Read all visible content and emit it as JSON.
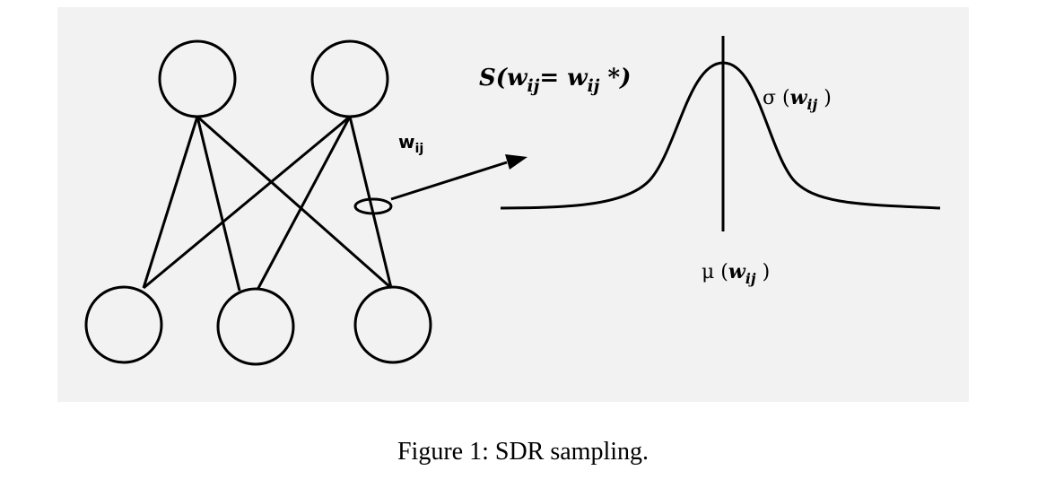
{
  "figure": {
    "caption": "Figure 1: SDR sampling.",
    "weight_label": {
      "main": "w",
      "sub": "ij"
    },
    "sample_label": {
      "prefix": "S(",
      "w1": "w",
      "sub1": "ij",
      "eq": "= ",
      "w2": "w",
      "sub2": "ij",
      "suffix": " *)"
    },
    "sigma_label": {
      "prefix": "σ (",
      "w": "w",
      "sub": "ij",
      "suffix": " )"
    },
    "mu_label": {
      "prefix": "μ (",
      "w": "w",
      "sub": "ij",
      "suffix": " )"
    }
  }
}
